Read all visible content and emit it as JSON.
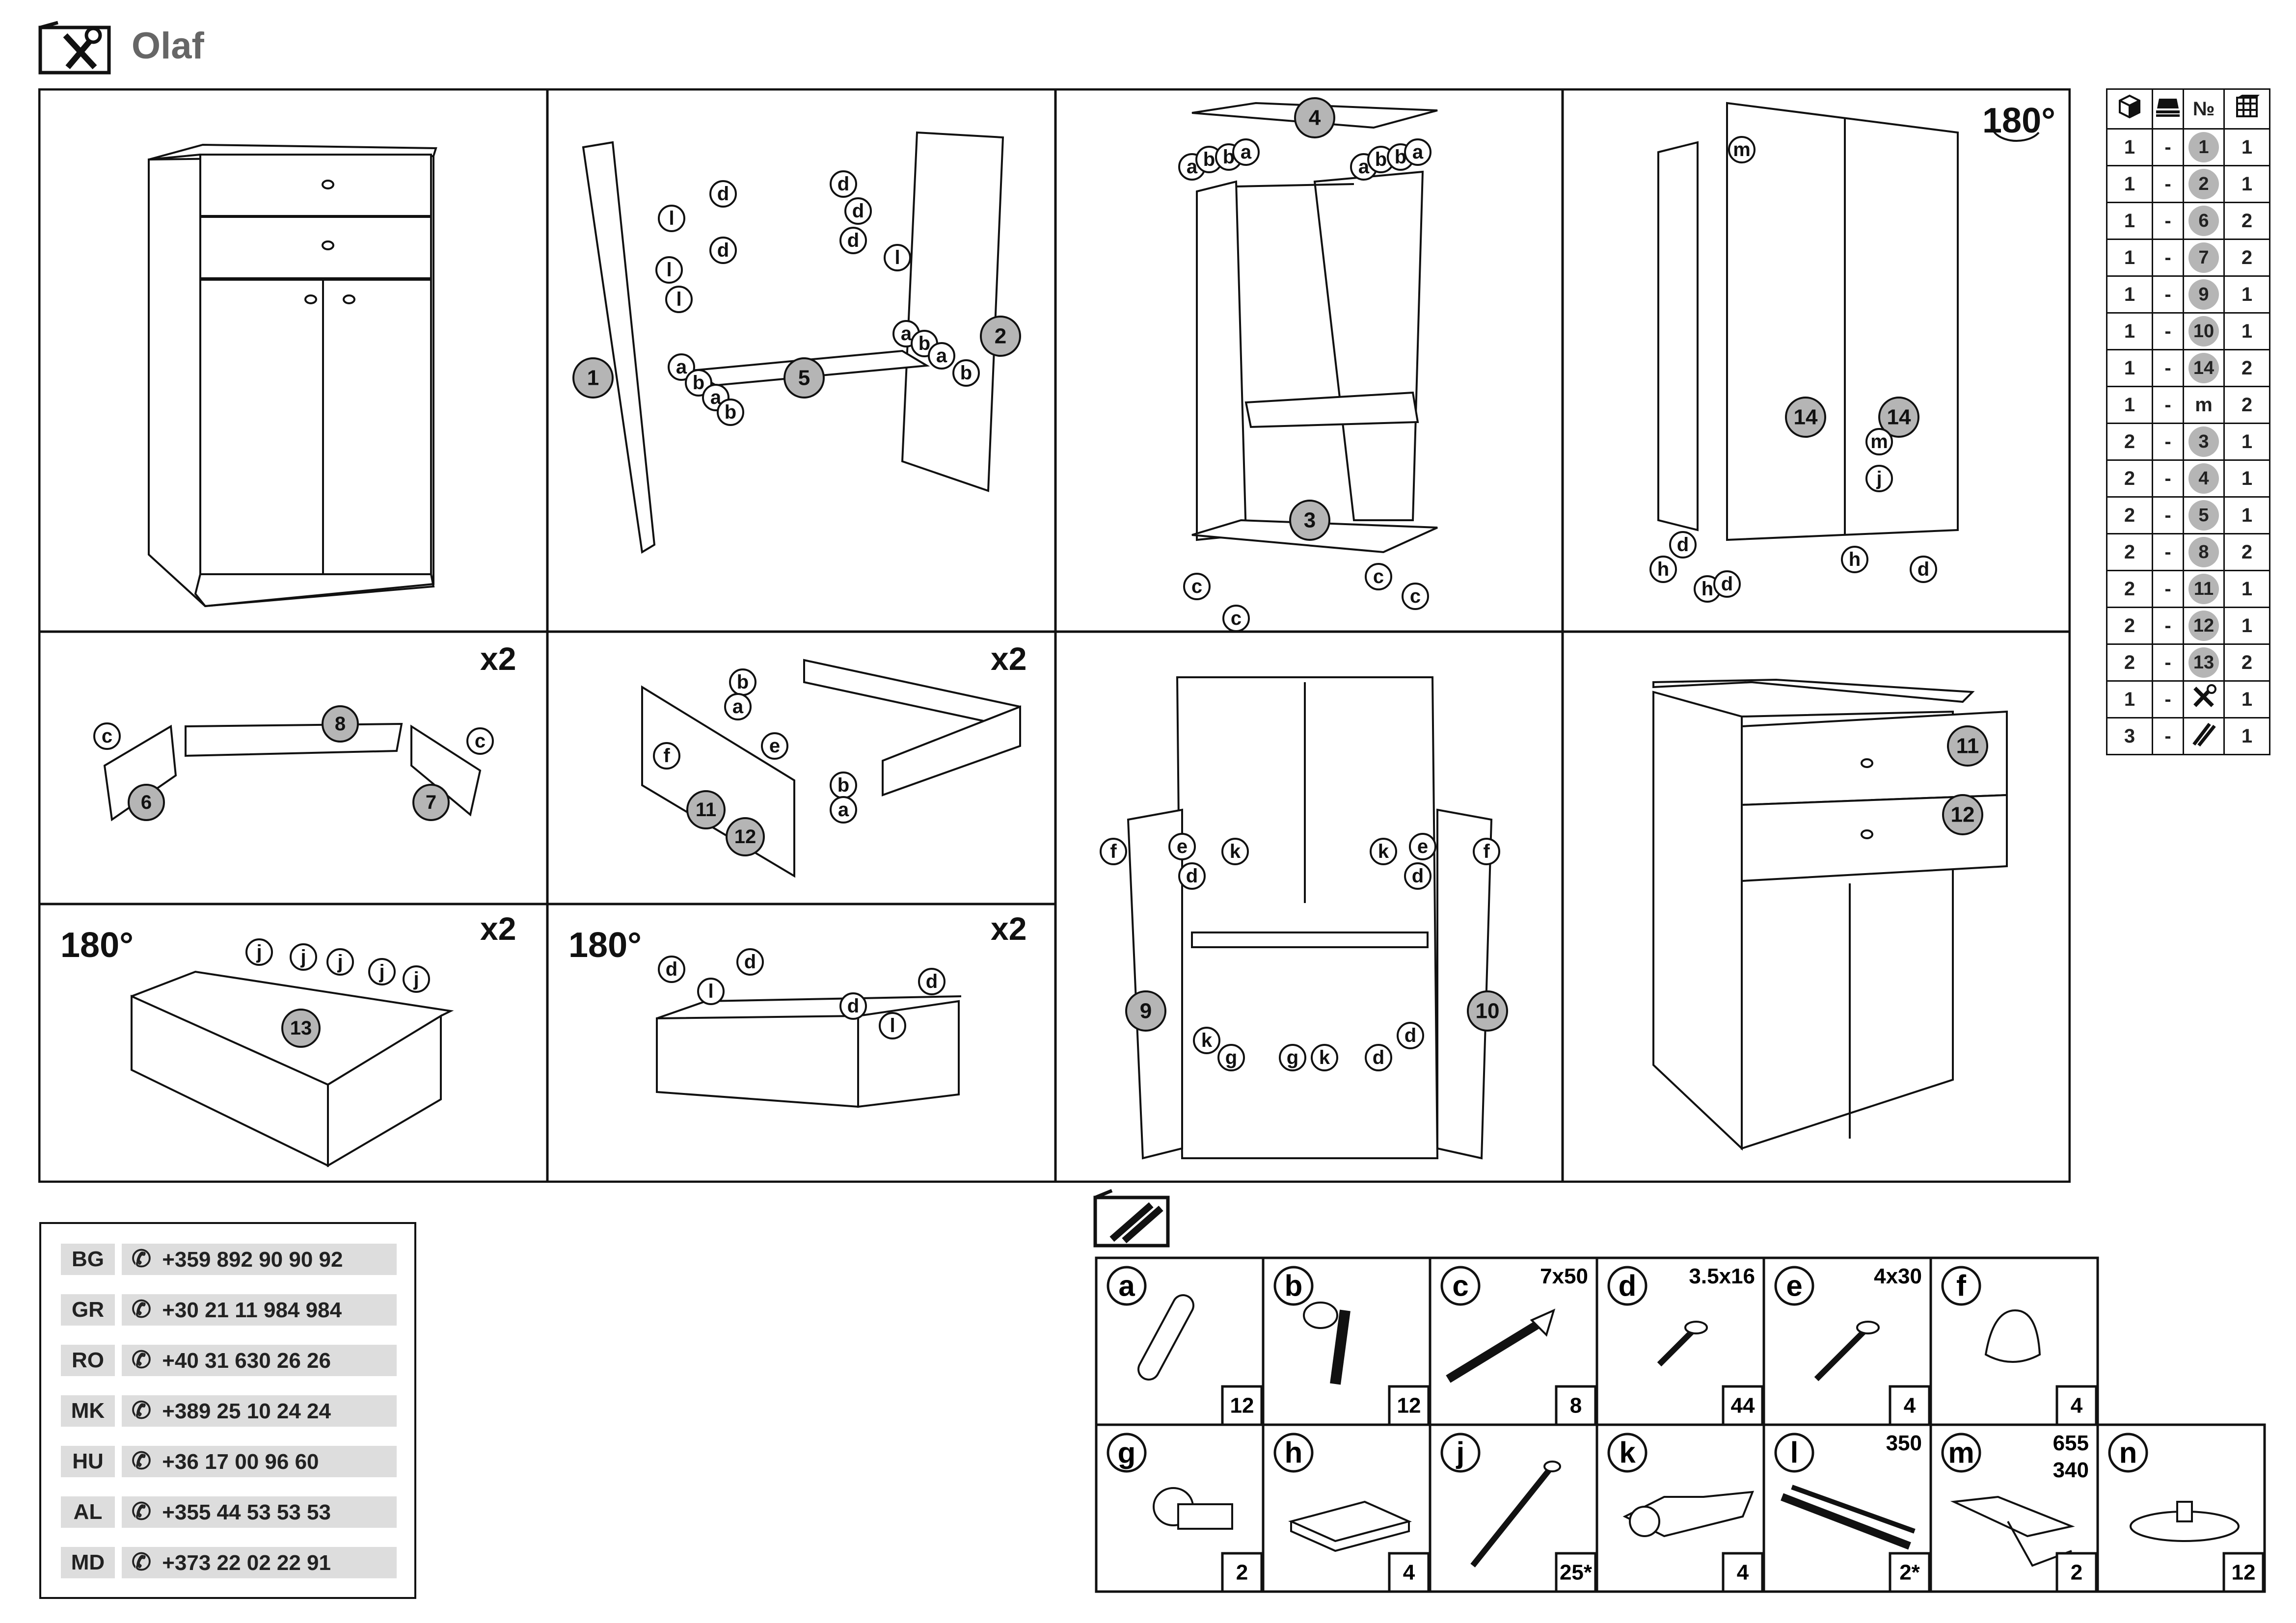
{
  "product_title": "Olaf",
  "panels": {
    "p1": {},
    "p2": {
      "labels": [
        "1",
        "2",
        "5",
        "a",
        "b",
        "a",
        "b",
        "a",
        "b",
        "a",
        "b",
        "d",
        "d",
        "d",
        "d",
        "d",
        "l",
        "l",
        "l",
        "l"
      ]
    },
    "p3": {
      "labels": [
        "4",
        "3",
        "a",
        "b",
        "b",
        "a",
        "a",
        "b",
        "b",
        "a",
        "c",
        "c",
        "c",
        "c"
      ]
    },
    "p4": {
      "labels": [
        "14",
        "14",
        "m",
        "m",
        "j",
        "h",
        "h",
        "h",
        "d",
        "d",
        "d"
      ],
      "rotation": "180°"
    },
    "p5": {
      "labels": [
        "6",
        "7",
        "8",
        "c",
        "c"
      ],
      "multiplier": "x2"
    },
    "p6": {
      "labels": [
        "11",
        "12",
        "b",
        "a",
        "e",
        "f",
        "b",
        "a"
      ],
      "multiplier": "x2"
    },
    "p7": {
      "labels": [
        "9",
        "10",
        "f",
        "e",
        "k",
        "d",
        "k",
        "e",
        "f",
        "d",
        "d",
        "k",
        "g",
        "g",
        "k",
        "d"
      ]
    },
    "p8": {
      "labels": [
        "11",
        "12"
      ]
    },
    "p9": {
      "labels": [
        "13",
        "j",
        "j",
        "j",
        "j",
        "j"
      ],
      "multiplier": "x2",
      "rotation": "180°"
    },
    "p10": {
      "labels": [
        "d",
        "l",
        "d",
        "d",
        "l",
        "d"
      ],
      "multiplier": "x2",
      "rotation": "180°"
    }
  },
  "parts_table": {
    "header_icons": [
      "box-icon",
      "pallet-icon",
      "number-sign",
      "grid-icon"
    ],
    "header_num": "№",
    "rows": [
      {
        "qty_box": "1",
        "sep": "-",
        "num": "1",
        "count": "1"
      },
      {
        "qty_box": "1",
        "sep": "-",
        "num": "2",
        "count": "1"
      },
      {
        "qty_box": "1",
        "sep": "-",
        "num": "6",
        "count": "2"
      },
      {
        "qty_box": "1",
        "sep": "-",
        "num": "7",
        "count": "2"
      },
      {
        "qty_box": "1",
        "sep": "-",
        "num": "9",
        "count": "1"
      },
      {
        "qty_box": "1",
        "sep": "-",
        "num": "10",
        "count": "1"
      },
      {
        "qty_box": "1",
        "sep": "-",
        "num": "14",
        "count": "2"
      },
      {
        "qty_box": "1",
        "sep": "-",
        "num": "m",
        "count": "2"
      },
      {
        "qty_box": "2",
        "sep": "-",
        "num": "3",
        "count": "1"
      },
      {
        "qty_box": "2",
        "sep": "-",
        "num": "4",
        "count": "1"
      },
      {
        "qty_box": "2",
        "sep": "-",
        "num": "5",
        "count": "1"
      },
      {
        "qty_box": "2",
        "sep": "-",
        "num": "8",
        "count": "2"
      },
      {
        "qty_box": "2",
        "sep": "-",
        "num": "11",
        "count": "1"
      },
      {
        "qty_box": "2",
        "sep": "-",
        "num": "12",
        "count": "1"
      },
      {
        "qty_box": "2",
        "sep": "-",
        "num": "13",
        "count": "2"
      },
      {
        "qty_box": "1",
        "sep": "-",
        "num": "tools-icon",
        "count": "1"
      },
      {
        "qty_box": "3",
        "sep": "-",
        "num": "rails-icon",
        "count": "1"
      }
    ]
  },
  "phones": [
    {
      "country": "BG",
      "number": "+359 892 90 90 92"
    },
    {
      "country": "GR",
      "number": "+30 21 11 984 984"
    },
    {
      "country": "RO",
      "number": "+40 31 630 26 26"
    },
    {
      "country": "MK",
      "number": "+389 25 10 24 24"
    },
    {
      "country": "HU",
      "number": "+36 17 00 96 60"
    },
    {
      "country": "AL",
      "number": "+355 44 53 53 53"
    },
    {
      "country": "MD",
      "number": "+373 22 02 22 91"
    }
  ],
  "hardware": [
    {
      "letter": "a",
      "size": "",
      "qty": "12",
      "icon": "dowel-icon"
    },
    {
      "letter": "b",
      "size": "",
      "qty": "12",
      "icon": "cam-lock-icon"
    },
    {
      "letter": "c",
      "size": "7x50",
      "qty": "8",
      "icon": "confirmat-screw-icon"
    },
    {
      "letter": "d",
      "size": "3.5x16",
      "qty": "44",
      "icon": "short-screw-icon"
    },
    {
      "letter": "e",
      "size": "4x30",
      "qty": "4",
      "icon": "screw-icon"
    },
    {
      "letter": "f",
      "size": "",
      "qty": "4",
      "icon": "knob-icon"
    },
    {
      "letter": "g",
      "size": "",
      "qty": "2",
      "icon": "shelf-pin-icon"
    },
    {
      "letter": "h",
      "size": "",
      "qty": "4",
      "icon": "foot-pad-icon"
    },
    {
      "letter": "j",
      "size": "",
      "qty": "25*",
      "icon": "nail-icon"
    },
    {
      "letter": "k",
      "size": "",
      "qty": "4",
      "icon": "hinge-icon"
    },
    {
      "letter": "l",
      "size": "350",
      "qty": "2*",
      "icon": "drawer-rail-icon"
    },
    {
      "letter": "m",
      "size": "655\n340",
      "size_lines": [
        "655",
        "340"
      ],
      "qty": "2",
      "icon": "back-panel-profile-icon"
    },
    {
      "letter": "n",
      "size": "",
      "qty": "12",
      "icon": "glide-icon"
    }
  ]
}
